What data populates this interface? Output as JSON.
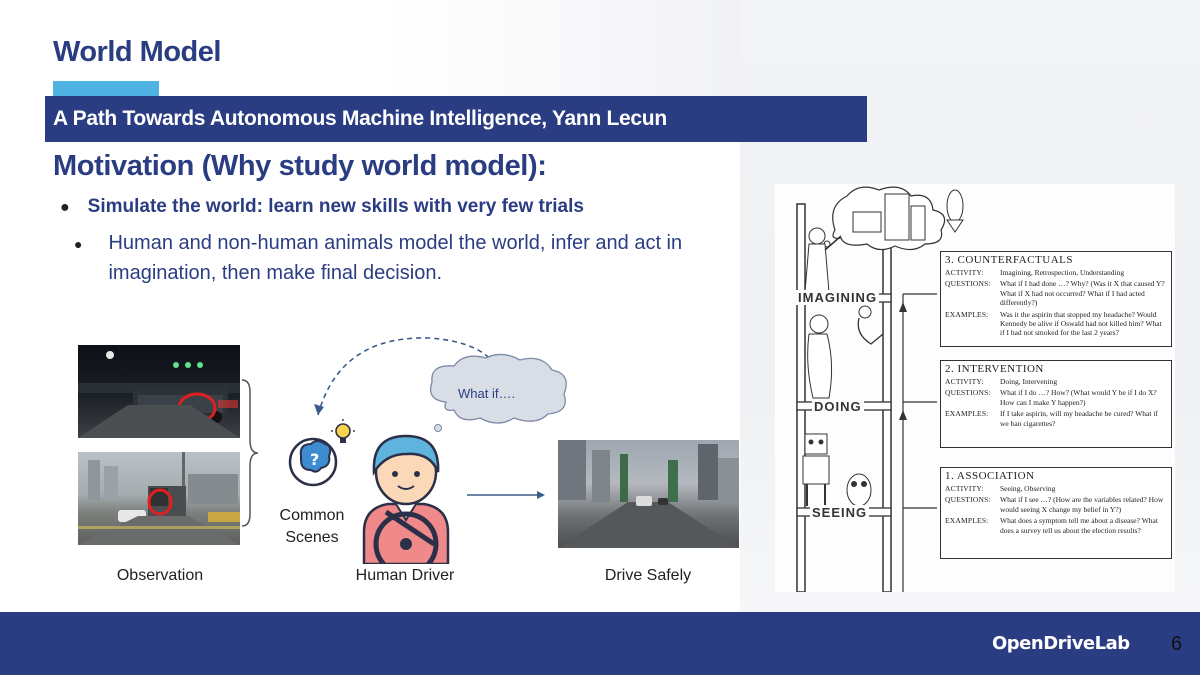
{
  "slide": {
    "title": "World Model",
    "subtitle": "A Path Towards Autonomous Machine Intelligence, Yann Lecun",
    "heading": "Motivation (Why study world model):",
    "bullets": [
      {
        "text": "Simulate the world: learn new skills with very few trials"
      },
      {
        "text": "Human and non-human animals model the world, infer and act in imagination, then make final decision."
      }
    ],
    "page_number": "6"
  },
  "diagram": {
    "observation_label": "Observation",
    "common_scenes_label": "Common Scenes",
    "human_driver_label": "Human Driver",
    "drive_safely_label": "Drive Safely",
    "thought_bubble_text": "What if…."
  },
  "ladder": {
    "rung_labels": [
      "IMAGINING",
      "DOING",
      "SEEING"
    ],
    "boxes": [
      {
        "title": "3. COUNTERFACTUALS",
        "activity": "Imagining, Retrospection, Understanding",
        "questions": "What if I had done …? Why? (Was it X that caused Y? What if X had not occurred? What if I had acted differently?)",
        "examples": "Was it the aspirin that stopped my headache? Would Kennedy be alive if Oswald had not killed him? What if I had not smoked for the last 2 years?"
      },
      {
        "title": "2. INTERVENTION",
        "activity": "Doing, Intervening",
        "questions": "What if I do …? How? (What would Y be if I do X? How can I make Y happen?)",
        "examples": "If I take aspirin, will my headache be cured? What if we ban cigarettes?"
      },
      {
        "title": "1. ASSOCIATION",
        "activity": "Seeing, Observing",
        "questions": "What if I see …? (How are the variables related? How would seeing X change my belief in Y?)",
        "examples": "What does a symptom tell me about a disease? What does a survey tell us about the election results?"
      }
    ],
    "field_labels": {
      "activity": "ACTIVITY:",
      "questions": "QUESTIONS:",
      "examples": "EXAMPLES:"
    }
  },
  "footer": {
    "logo_text": "OpenDriveLab"
  },
  "colors": {
    "primary": "#2b3d82",
    "accent": "#4fb3e3",
    "highlight_red": "#e02020"
  }
}
